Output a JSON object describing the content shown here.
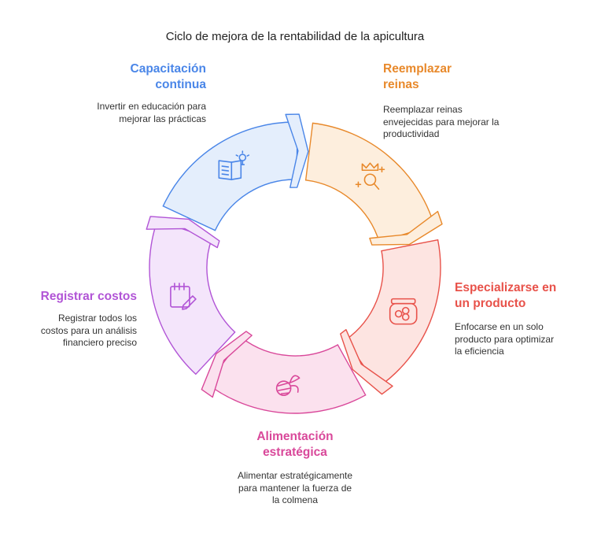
{
  "title": "Ciclo de mejora de la rentabilidad de la apicultura",
  "stages": [
    {
      "title": "Reemplazar reinas",
      "description": "Reemplazar reinas envejecidas para mejorar la productividad",
      "icon": "queen-icon",
      "color": "#e8892b",
      "fill": "#fdeedd"
    },
    {
      "title": "Especializarse en un producto",
      "description": "Enfocarse en un solo producto para optimizar la eficiencia",
      "icon": "honey-jar-icon",
      "color": "#e8524a",
      "fill": "#fde4e1"
    },
    {
      "title": "Alimentación estratégica",
      "description": "Alimentar estratégicamente para mantener la fuerza de la colmena",
      "icon": "bee-icon",
      "color": "#d9489a",
      "fill": "#fbe1ee"
    },
    {
      "title": "Registrar costos",
      "description": "Registrar todos los costos para un análisis financiero preciso",
      "icon": "calendar-edit-icon",
      "color": "#b154d6",
      "fill": "#f4e5fb"
    },
    {
      "title": "Capacitación continua",
      "description": "Invertir en educación para mejorar las prácticas",
      "icon": "book-idea-icon",
      "color": "#4a86e8",
      "fill": "#e4eefc"
    }
  ]
}
